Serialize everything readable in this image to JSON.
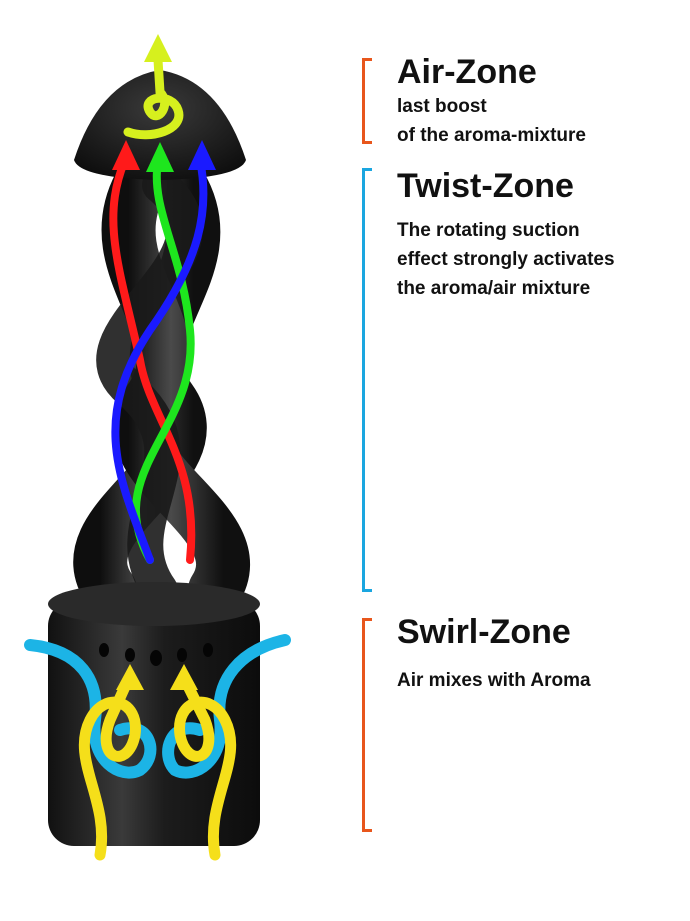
{
  "colors": {
    "orange": "#e8561c",
    "blue": "#1aa6e0",
    "body": "#1b1b1b",
    "flow_red": "#ff1a1a",
    "flow_green": "#1ee61e",
    "flow_blue": "#1a1aff",
    "flow_yellowgreen": "#d6f01e",
    "flow_yellow": "#f5df1a",
    "flow_cyan": "#1cb4e6"
  },
  "zones": [
    {
      "title": "Air-Zone",
      "lines": [
        "last boost",
        "of the aroma-mixture"
      ]
    },
    {
      "title": "Twist-Zone",
      "lines": [
        "The rotating suction",
        "effect strongly activates",
        "the aroma/air mixture"
      ]
    },
    {
      "title": "Swirl-Zone",
      "lines": [
        "Air mixes with Aroma"
      ]
    }
  ]
}
